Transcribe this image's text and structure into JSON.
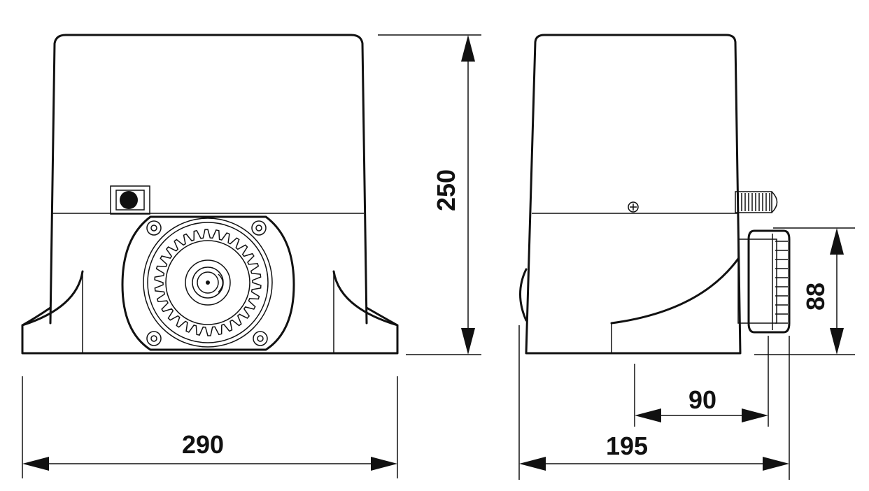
{
  "dimensions": {
    "width_front": "290",
    "height": "250",
    "depth_side": "195",
    "pinion_offset": "90",
    "pinion_height": "88"
  },
  "colors": {
    "line": "#111111",
    "background": "#ffffff"
  }
}
